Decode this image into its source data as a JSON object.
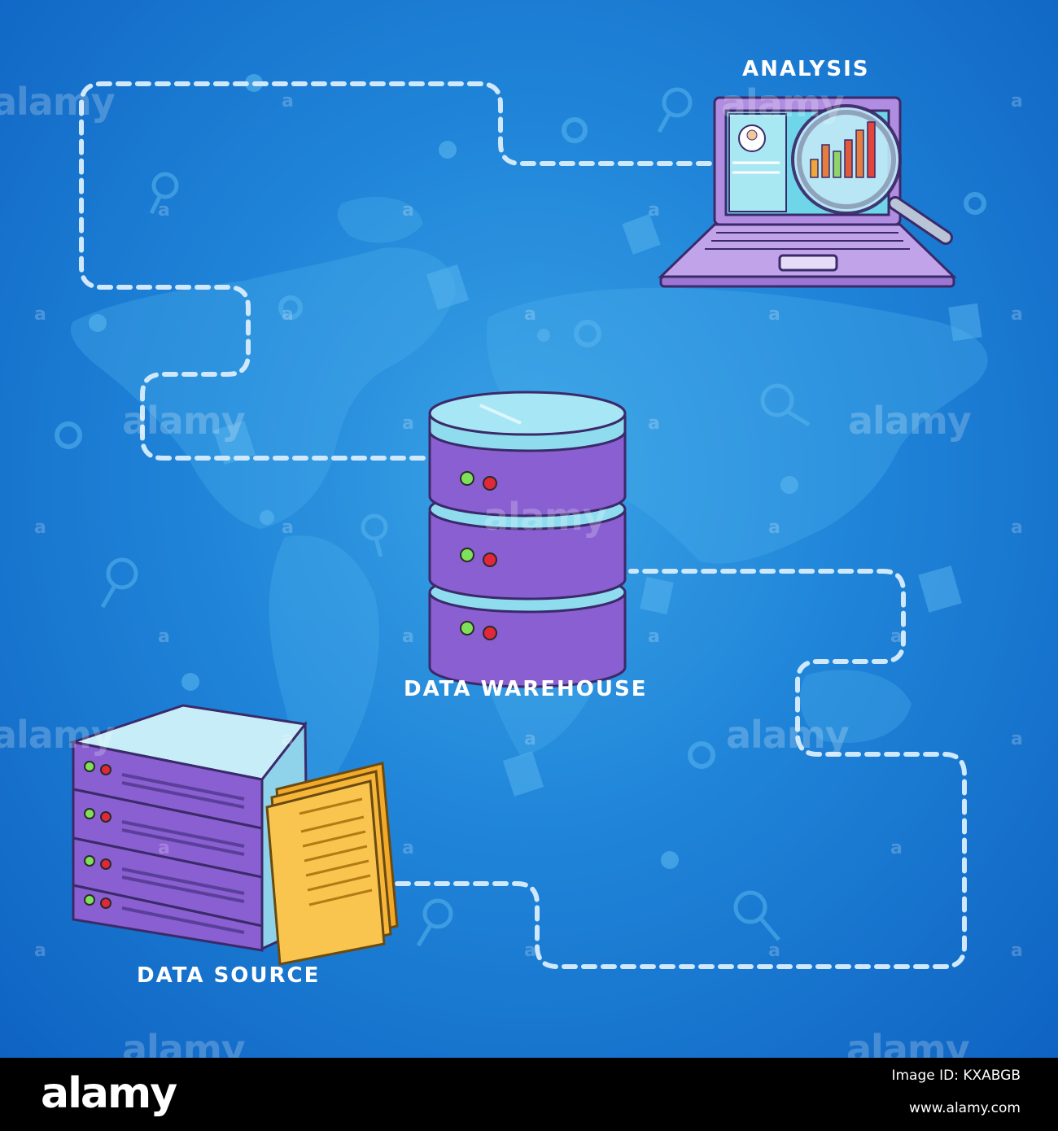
{
  "diagram": {
    "nodes": {
      "analysis": {
        "label": "ANALYSIS"
      },
      "warehouse": {
        "label": "DATA WAREHOUSE"
      },
      "source": {
        "label": "DATA SOURCE"
      }
    },
    "edges": [
      {
        "from": "source",
        "to": "warehouse"
      },
      {
        "from": "warehouse",
        "to": "analysis"
      }
    ]
  },
  "watermark": {
    "text": "alamy",
    "letter": "a"
  },
  "footer": {
    "logo": "alamy",
    "image_id": "Image ID: KXABGB",
    "url": "www.alamy.com"
  },
  "colors": {
    "background": "#1f84d8",
    "connector": "#cfe8fb",
    "server_body": "#8a5fd1",
    "server_top": "#8fdcef",
    "document": "#f6b63a",
    "laptop_shell": "#b08de0",
    "laptop_screen": "#6fd6ea",
    "footer": "#000000"
  }
}
